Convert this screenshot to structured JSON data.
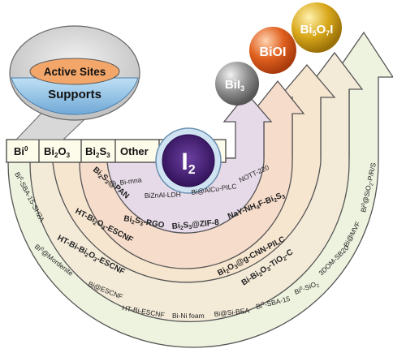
{
  "support_diagram": {
    "active_sites_label": "Active Sites",
    "supports_label": "Supports"
  },
  "categories": [
    {
      "id": "bi0",
      "base": "Bi",
      "sup": "0"
    },
    {
      "id": "bi2o3",
      "parts": [
        "Bi",
        "2",
        "O",
        "3"
      ]
    },
    {
      "id": "bi2s3",
      "parts": [
        "Bi",
        "2",
        "S",
        "3"
      ]
    },
    {
      "id": "other",
      "label": "Other"
    }
  ],
  "center": {
    "base": "I",
    "sub": "2"
  },
  "products": [
    {
      "id": "bii3",
      "label": "BiI3",
      "color": "#8a8a8a"
    },
    {
      "id": "bioi",
      "label": "BiOI",
      "color": "#d9541e"
    },
    {
      "id": "bi5o7i",
      "label": "Bi5O7I",
      "color": "#d4a017"
    }
  ],
  "rings": {
    "other": [
      "Bi-mna",
      "BiZnAl-LDH",
      "Bi@AlCu-PILC",
      "NOTT-220"
    ],
    "bi2s3": [
      "Bi2S3@PAN",
      "Bi2S3-RGO",
      "Bi2S3@ZIF-8",
      "NaY-NH4F-Bi2S3"
    ],
    "bi2o3": [
      "HT-Bi2O3-ESCNF",
      "Bi2O3@g-CNN-PILC"
    ],
    "bi2o3b": [
      "HT-Bi-Bi2O3-ESCNF",
      "Bi-Bi2O3-TiO2-C"
    ],
    "bi0": [
      "Bi0-SBA-15-SH2A",
      "Bi0@Mordenite",
      "Bi@ESCNF",
      "HT-Bi-ESCNF",
      "Bi-Ni foam",
      "Bi@Si-BEA",
      "Bi0-SBA-15",
      "Bi0-SiO2",
      "3DOM-SB20",
      "Bi@MVF",
      "Bi0@SiO2-P/R/S"
    ]
  },
  "colors": {
    "ring_outer": "#eef3df",
    "ring_bi2o3": "#f7e6cf",
    "ring_bi2s3": "#f6dccb",
    "ring_other": "#e6d9e8",
    "center": "#4a1f7a",
    "supports": "#9fc9e8",
    "active_sites": "#f2a66a"
  }
}
